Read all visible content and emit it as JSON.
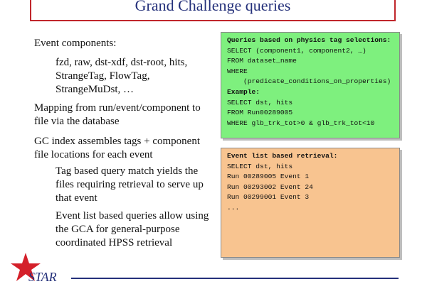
{
  "title": "Grand Challenge queries",
  "left": {
    "event_components": "Event components:",
    "components_list": [
      "fzd, raw, dst-xdf, dst-root, hits,",
      "StrangeTag, FlowTag,",
      "StrangeMuDst, …"
    ],
    "mapping": "Mapping from run/event/component to file via the database",
    "gc_index": "GC index assembles tags + component file locations for each event",
    "tag_query": "Tag based query match yields the files requiring retrieval to serve up that event",
    "event_list": "Event list based queries allow using the GCA for general-purpose coordinated HPSS retrieval"
  },
  "green_box": {
    "lines": [
      {
        "text": "Queries based on physics tag selections:",
        "bold": true
      },
      {
        "text": "",
        "bold": false
      },
      {
        "text": "SELECT (component1, component2, …)",
        "bold": false
      },
      {
        "text": "FROM dataset_name",
        "bold": false
      },
      {
        "text": "WHERE",
        "bold": false
      },
      {
        "text": "    (predicate_conditions_on_properties)",
        "bold": false
      },
      {
        "text": "Example:",
        "bold": true
      },
      {
        "text": "SELECT dst, hits",
        "bold": false
      },
      {
        "text": "FROM Run00289005",
        "bold": false
      },
      {
        "text": "WHERE glb_trk_tot>0 & glb_trk_tot<10",
        "bold": false
      }
    ]
  },
  "orange_box": {
    "lines": [
      {
        "text": "Event list based retrieval:",
        "bold": true
      },
      {
        "text": "",
        "bold": false
      },
      {
        "text": "SELECT dst, hits",
        "bold": false
      },
      {
        "text": "Run 00289005 Event 1",
        "bold": false
      },
      {
        "text": "Run 00293002 Event 24",
        "bold": false
      },
      {
        "text": "Run 00299001 Event 3",
        "bold": false
      },
      {
        "text": "...",
        "bold": false
      }
    ]
  },
  "logo": {
    "text": "STAR",
    "star_color": "#d4202a",
    "text_color": "#24307a"
  },
  "colors": {
    "title_border": "#c0262b",
    "title_text": "#24307a",
    "green": "#7ef07e",
    "orange": "#f8c490"
  }
}
